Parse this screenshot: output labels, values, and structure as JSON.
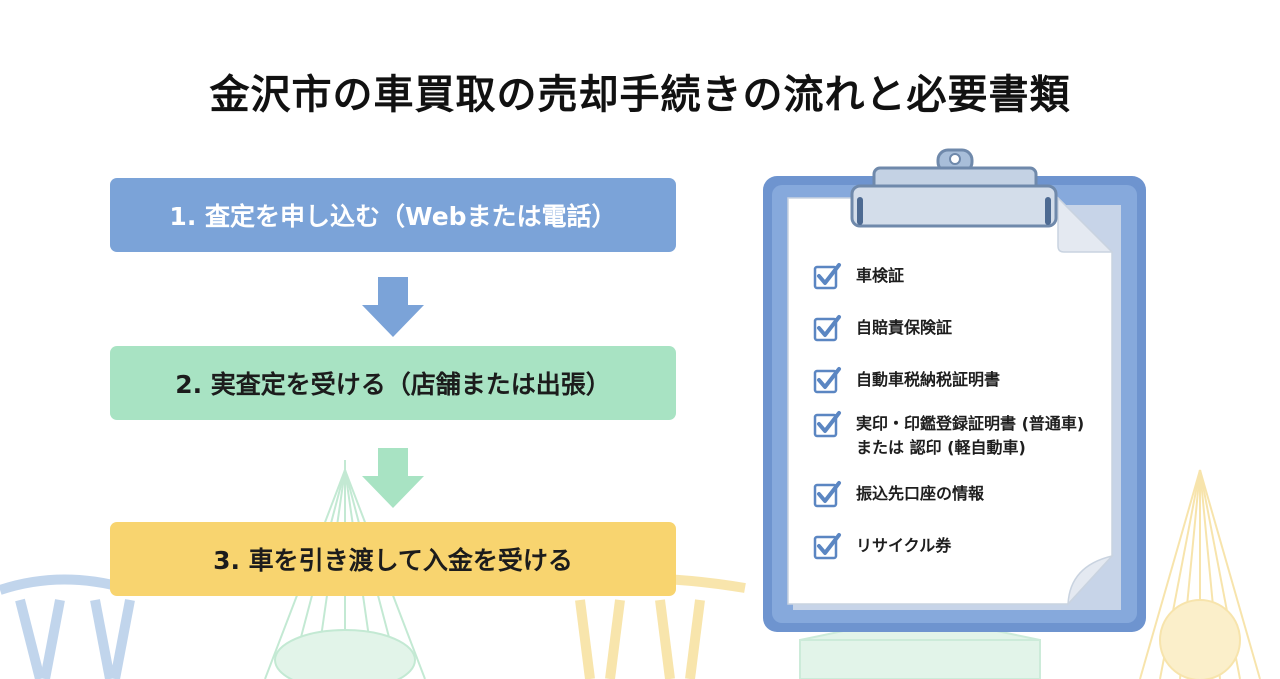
{
  "title": "金沢市の車買取の売却手続きの流れと必要書類",
  "steps": [
    {
      "label": "1. 査定を申し込む（Webまたは電話）"
    },
    {
      "label": "2. 実査定を受ける（店舗または出張）"
    },
    {
      "label": "3. 車を引き渡して入金を受ける"
    }
  ],
  "checklist": {
    "items": [
      {
        "line1": "車検証",
        "line2": ""
      },
      {
        "line1": "自賠責保険証",
        "line2": ""
      },
      {
        "line1": "自動車税納税証明書",
        "line2": ""
      },
      {
        "line1": "実印・印鑑登録証明書 (普通車)",
        "line2": "または 認印 (軽自動車)"
      },
      {
        "line1": "振込先口座の情報",
        "line2": ""
      },
      {
        "line1": "リサイクル券",
        "line2": ""
      }
    ]
  },
  "icons": {
    "arrow": "arrow-down-icon",
    "check": "checkbox-checked-icon",
    "clipboard": "clipboard-icon"
  },
  "colors": {
    "step1": "#7ba3d8",
    "step2": "#a8e3c3",
    "step3": "#f8d46f",
    "arrow1": "#7ba3d8",
    "arrow2": "#a8e3c3",
    "clipboard_frame": "#7b9fd6",
    "check": "#5b86c2"
  }
}
